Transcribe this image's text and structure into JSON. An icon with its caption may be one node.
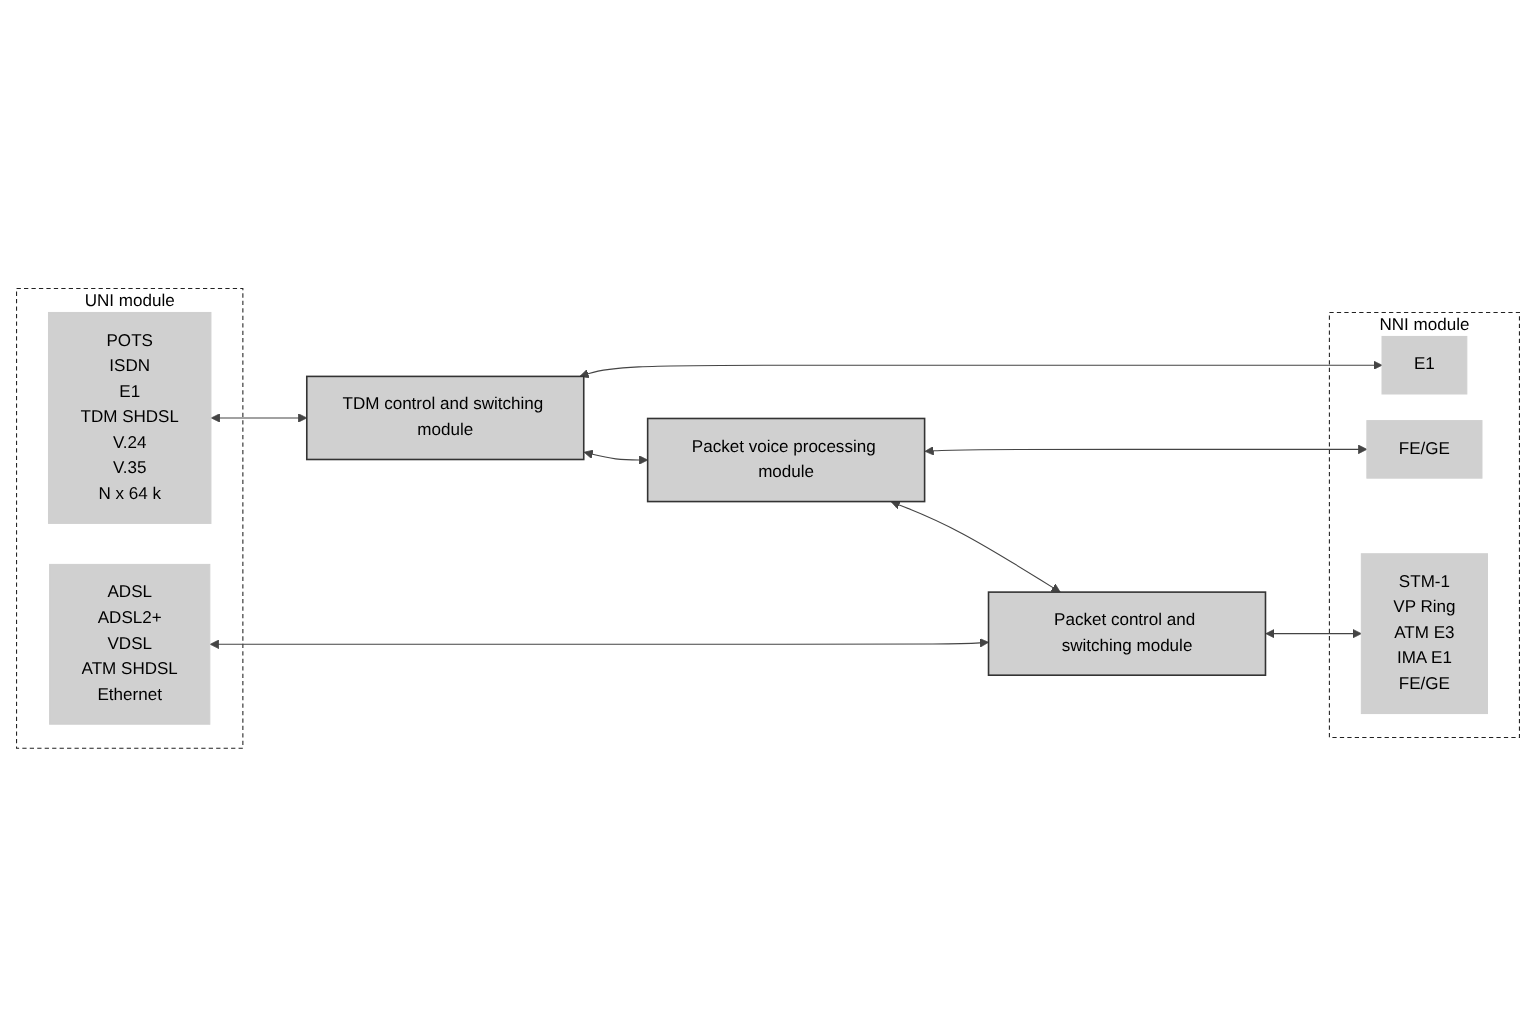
{
  "diagram": {
    "nodes": [
      {
        "text": [
          "UNI module"
        ]
      },
      {
        "text": [
          "POTS",
          "ISDN",
          "E1",
          "TDM SHDSL",
          "V.24",
          "V.35",
          "N x 64 k"
        ],
        "in": 0
      },
      {
        "text": [
          "ADSL",
          "ADSL2+",
          "VDSL",
          "ATM SHDSL",
          "Ethernet"
        ],
        "in": 0
      },
      {
        "text": [
          "TDM control and switching module"
        ]
      },
      {
        "text": [
          "Packet voice processing module"
        ]
      },
      {
        "text": [
          "Packet control and switching module"
        ]
      },
      {
        "text": [
          "NNI module"
        ]
      },
      {
        "text": [
          "E1"
        ],
        "in": 6
      },
      {
        "text": [
          "FE/GE"
        ],
        "in": 6
      },
      {
        "text": [
          "STM-1",
          "VP Ring",
          "ATM E3",
          "IMA E1",
          "FE/GE"
        ],
        "in": 6
      }
    ],
    "edges": [
      {
        "from": 1,
        "to": 3,
        "arrow": "both"
      },
      {
        "from": 3,
        "to": 7,
        "arrow": "both"
      },
      {
        "from": 3,
        "to": 4,
        "arrow": "both"
      },
      {
        "from": 4,
        "to": 8,
        "arrow": "both"
      },
      {
        "from": 4,
        "to": 5,
        "arrow": "both"
      },
      {
        "from": 2,
        "to": 5,
        "arrow": "both"
      },
      {
        "from": 5,
        "to": 9,
        "arrow": "both"
      }
    ]
  }
}
